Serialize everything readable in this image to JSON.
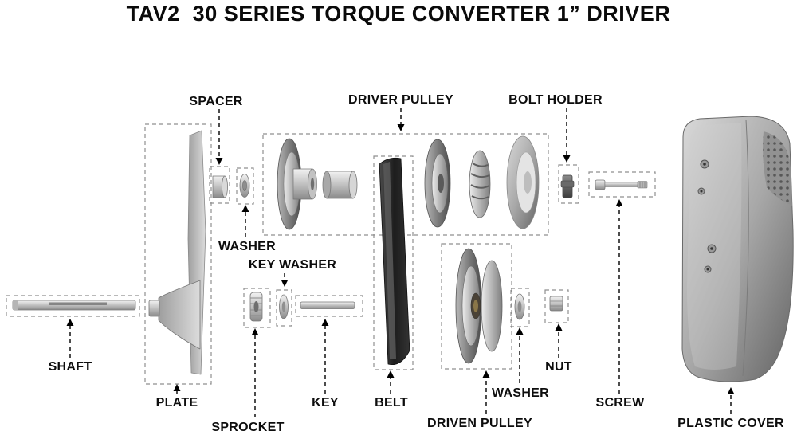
{
  "title": "TAV2  30 SERIES TORQUE CONVERTER 1” DRIVER",
  "labels": {
    "spacer": "SPACER",
    "driver_pulley": "DRIVER PULLEY",
    "bolt_holder": "BOLT HOLDER",
    "washer_top": "WASHER",
    "key_washer": "KEY WASHER",
    "shaft": "SHAFT",
    "plate": "PLATE",
    "sprocket": "SPROCKET",
    "key": "KEY",
    "belt": "BELT",
    "driven_pulley": "DRIVEN PULLEY",
    "nut": "NUT",
    "washer_bottom": "WASHER",
    "screw": "SCREW",
    "plastic_cover": "PLASTIC COVER"
  }
}
